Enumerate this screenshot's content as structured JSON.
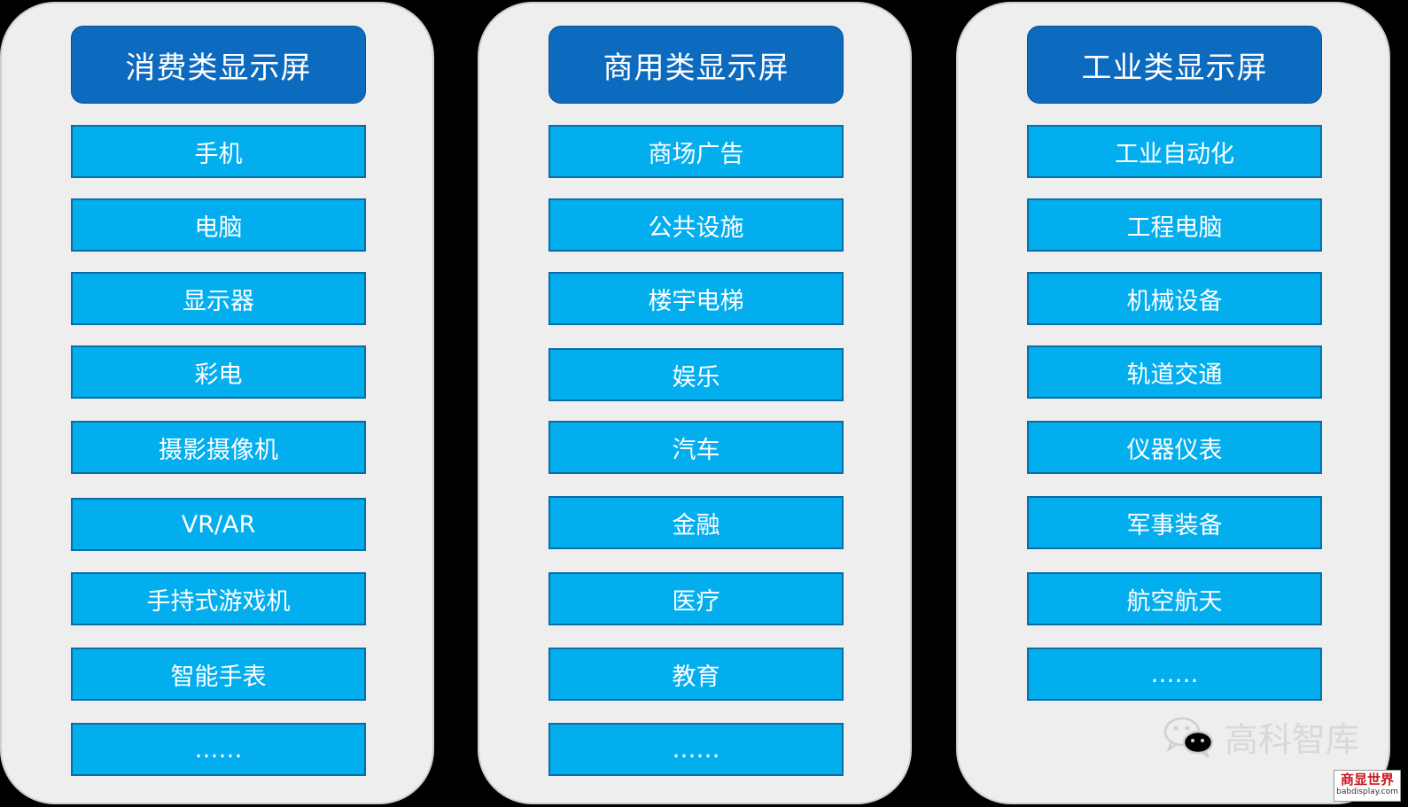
{
  "columns": [
    {
      "title": "消费类显示屏",
      "items": [
        "手机",
        "电脑",
        "显示器",
        "彩电",
        "摄影摄像机",
        "VR/AR",
        "手持式游戏机",
        "智能手表",
        "……"
      ]
    },
    {
      "title": "商用类显示屏",
      "items": [
        "商场广告",
        "公共设施",
        "楼宇电梯",
        "娱乐",
        "汽车",
        "金融",
        "医疗",
        "教育",
        "……"
      ]
    },
    {
      "title": "工业类显示屏",
      "items": [
        "工业自动化",
        "工程电脑",
        "机械设备",
        "轨道交通",
        "仪器仪表",
        "军事装备",
        "航空航天",
        "……"
      ]
    }
  ],
  "watermark": {
    "icon": "wechat-icon",
    "text": "高科智库"
  },
  "site_badge": {
    "name": "商显世界",
    "url_text": "babdisplay.com"
  },
  "colors": {
    "header": "#0d6bbf",
    "item": "#03aeee",
    "panel": "#eeeeee",
    "background": "#000000"
  }
}
